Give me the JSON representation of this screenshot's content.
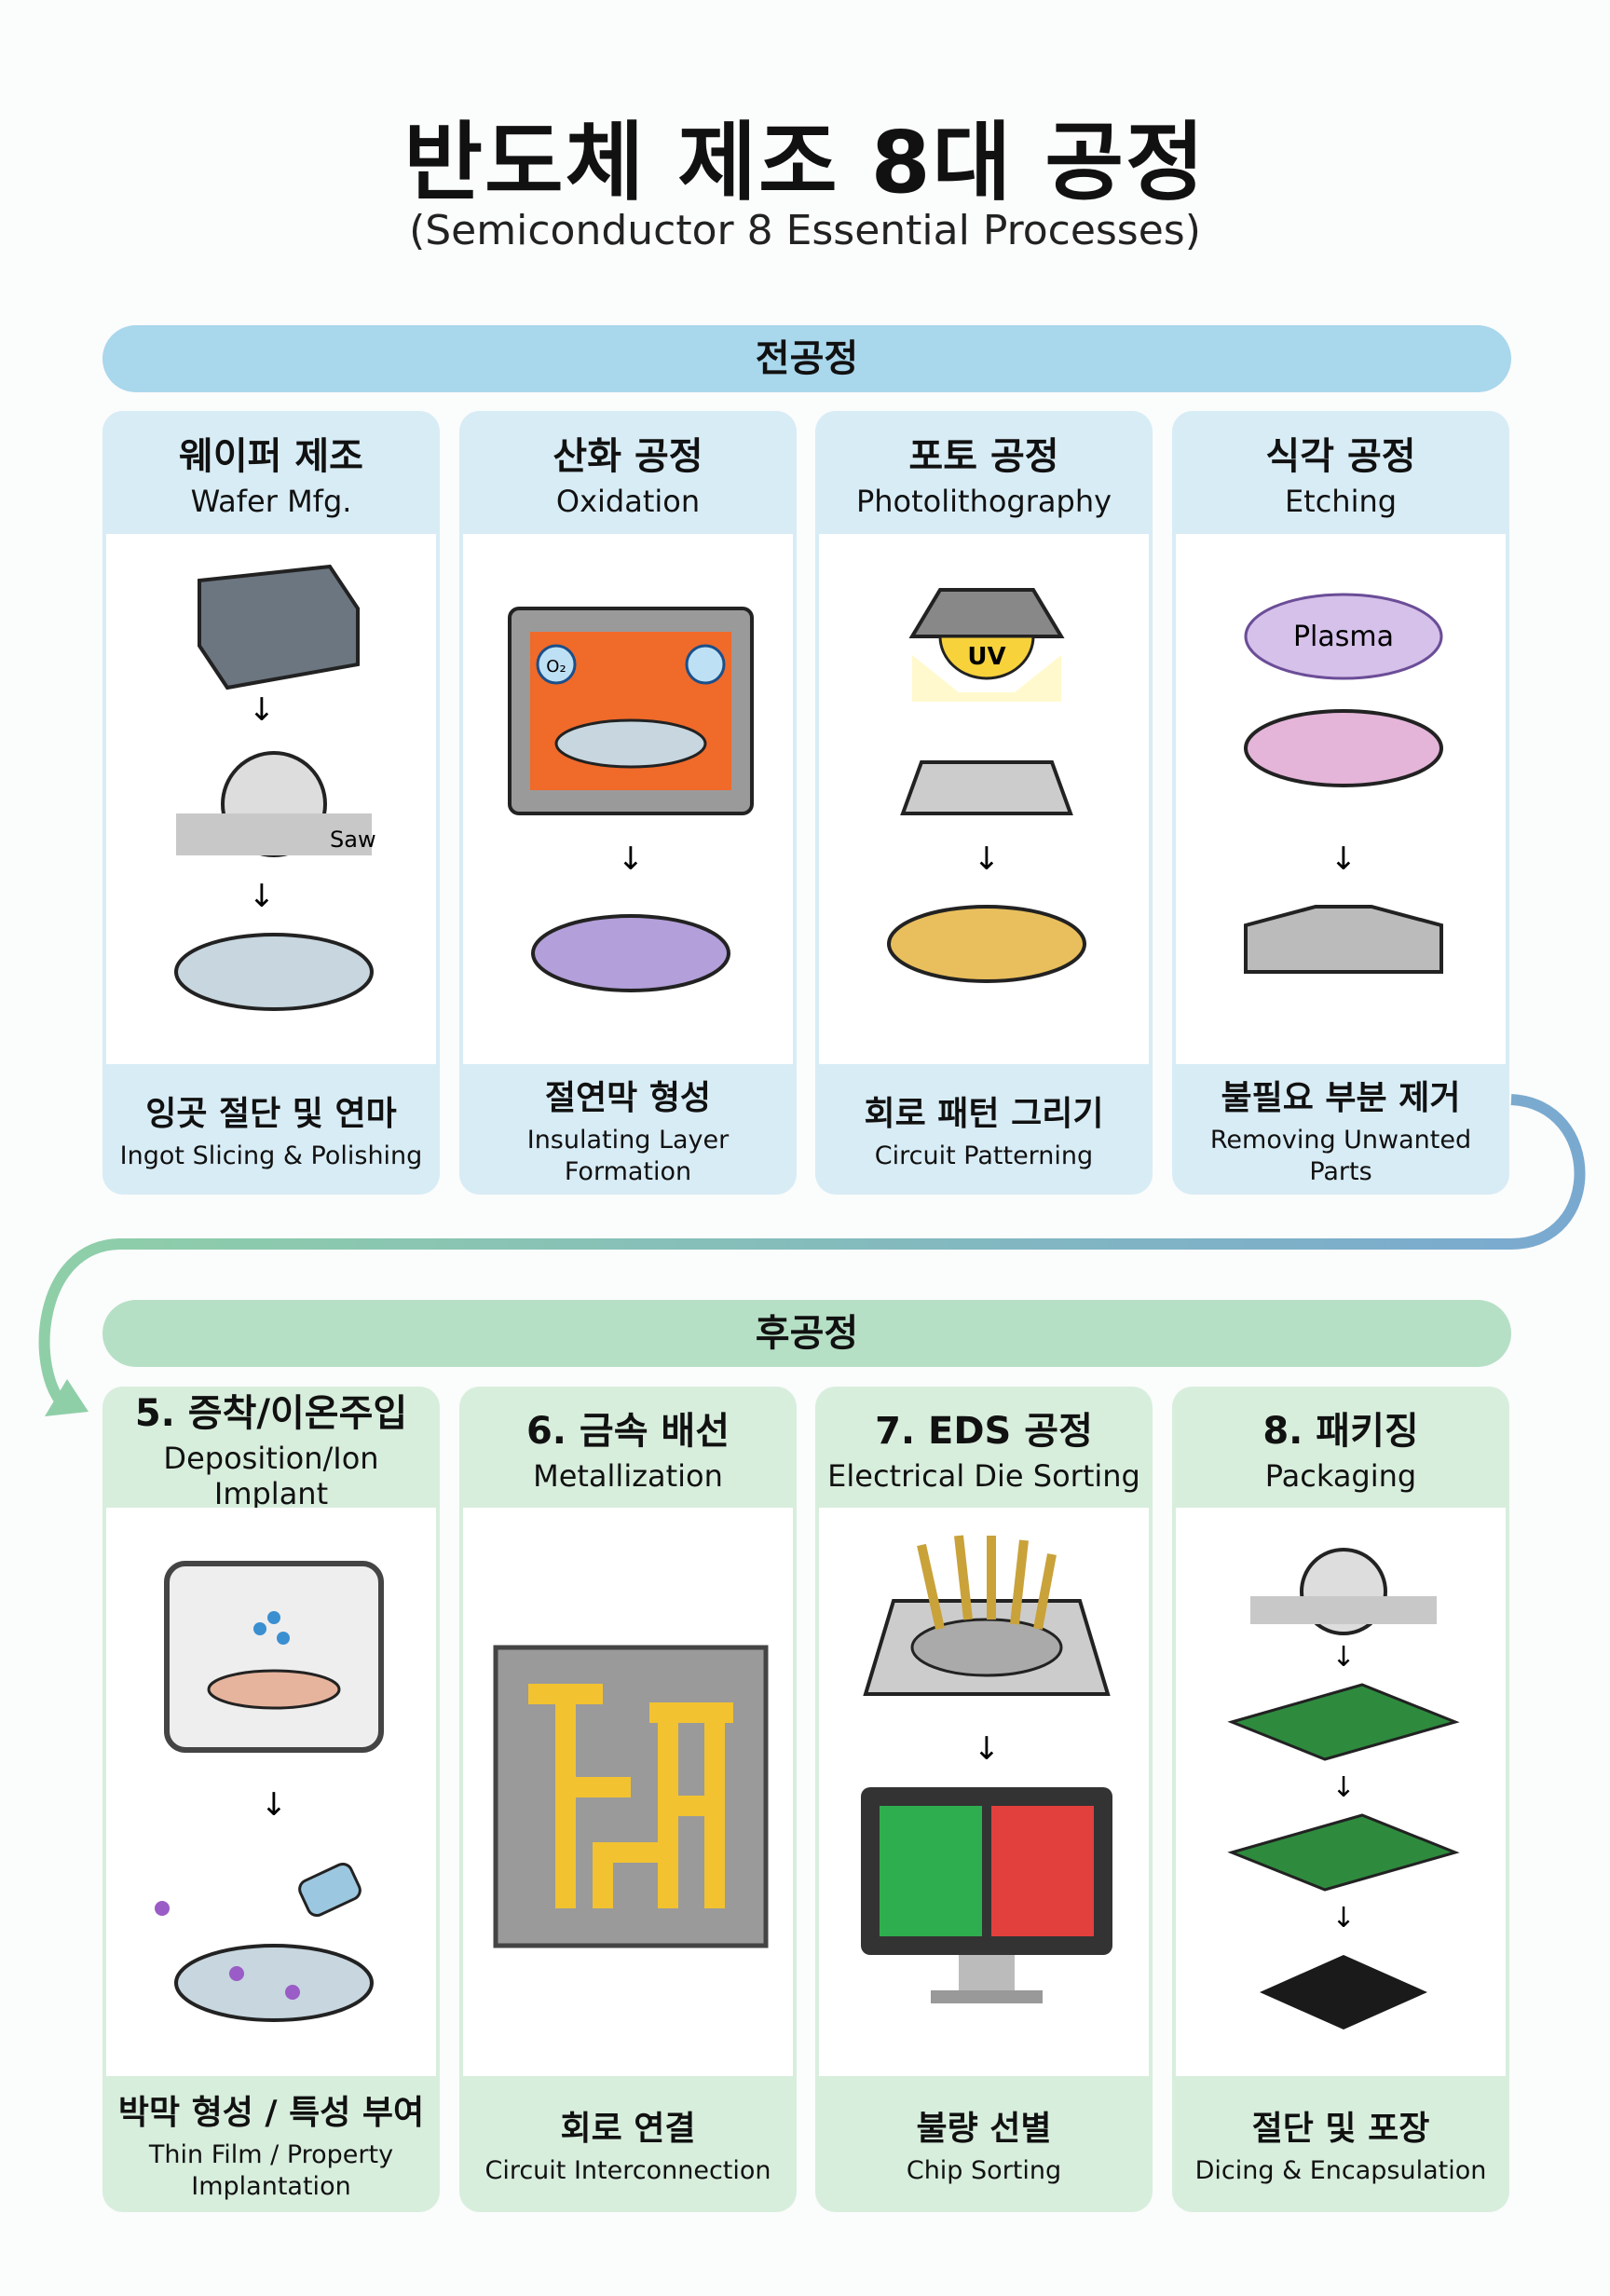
{
  "title": "반도체 제조 8대 공정",
  "subtitle": "(Semiconductor 8 Essential Processes)",
  "front_end": {
    "label": "전공정",
    "steps": [
      {
        "title_ko": "웨이퍼 제조",
        "title_en": "Wafer Mfg.",
        "desc_ko": "잉곳 절단 및 연마",
        "desc_en": "Ingot Slicing & Polishing",
        "labels": [
          "Saw"
        ]
      },
      {
        "title_ko": "산화 공정",
        "title_en": "Oxidation",
        "desc_ko": "절연막 형성",
        "desc_en": "Insulating Layer Formation",
        "labels": [
          "O₂"
        ]
      },
      {
        "title_ko": "포토 공정",
        "title_en": "Photolithography",
        "desc_ko": "회로 패턴 그리기",
        "desc_en": "Circuit Patterning",
        "labels": [
          "UV"
        ]
      },
      {
        "title_ko": "식각 공정",
        "title_en": "Etching",
        "desc_ko": "불필요 부분 제거",
        "desc_en": "Removing Unwanted Parts",
        "labels": [
          "Plasma"
        ]
      }
    ]
  },
  "back_end": {
    "label": "후공정",
    "steps": [
      {
        "title_ko": "5. 증착/이온주입",
        "title_en": "Deposition/Ion Implant",
        "desc_ko": "박막 형성 / 특성 부여",
        "desc_en": "Thin Film / Property Implantation"
      },
      {
        "title_ko": "6. 금속 배선",
        "title_en": "Metallization",
        "desc_ko": "회로 연결",
        "desc_en": "Circuit Interconnection"
      },
      {
        "title_ko": "7. EDS 공정",
        "title_en": "Electrical Die Sorting",
        "desc_ko": "불량 선별",
        "desc_en": "Chip Sorting"
      },
      {
        "title_ko": "8. 패키징",
        "title_en": "Packaging",
        "desc_ko": "절단 및 포장",
        "desc_en": "Dicing & Encapsulation"
      }
    ]
  },
  "colors": {
    "front": "#a9d7ec",
    "back": "#b6e0c6",
    "arrow_start": "#7aa9d0",
    "arrow_end": "#8fcfa8"
  }
}
